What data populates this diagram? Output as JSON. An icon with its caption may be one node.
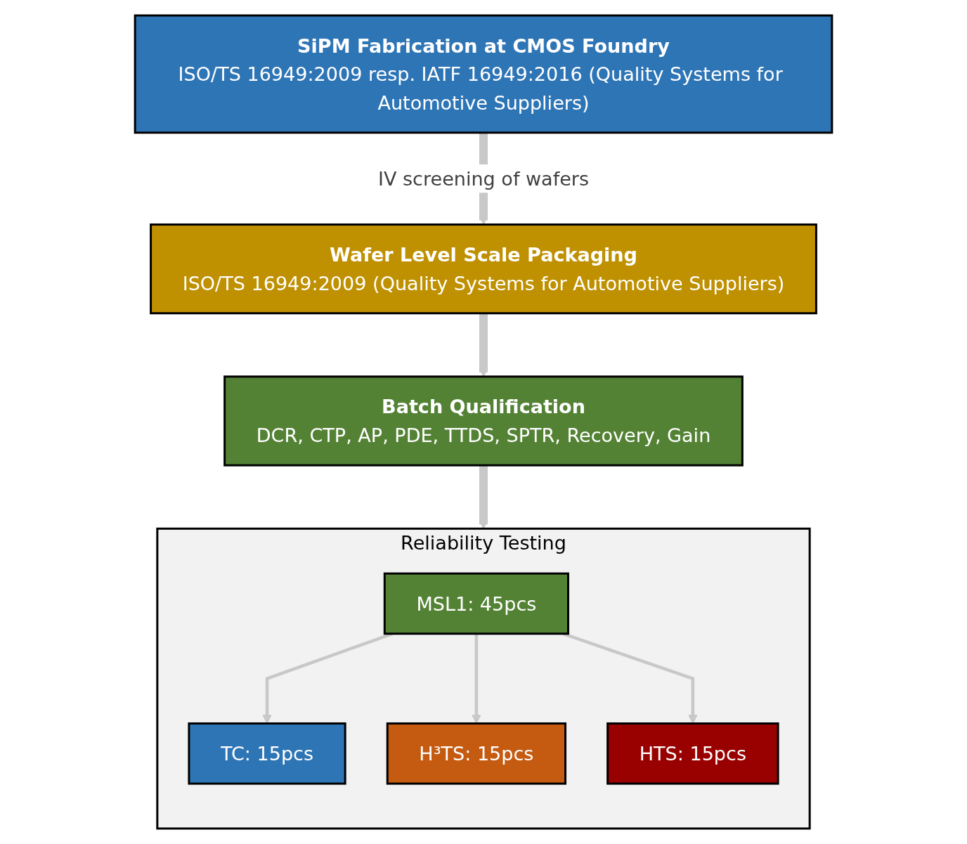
{
  "diagram": {
    "nodes": [
      {
        "text": [
          "SiPM Fabrication at CMOS Foundry",
          "ISO/TS 16949:2009 resp. IATF 16949:2016 (Quality Systems for Automotive Suppliers)"
        ]
      },
      {
        "text": [
          "Wafer Level Scale Packaging",
          "ISO/TS 16949:2009 (Quality Systems for Automotive Suppliers)"
        ]
      },
      {
        "text": [
          "Batch Qualification",
          "DCR, CTP, AP, PDE, TTDS, SPTR, Recovery, Gain"
        ]
      },
      {
        "text": [
          "Reliability Testing"
        ]
      },
      {
        "text": [
          "MSL1: 45pcs"
        ],
        "in": 3
      },
      {
        "text": [
          "TC: 15pcs"
        ],
        "in": 3
      },
      {
        "text": [
          "H³TS: 15pcs"
        ],
        "in": 3
      },
      {
        "text": [
          "HTS: 15pcs"
        ],
        "in": 3
      }
    ],
    "edges": [
      {
        "from": 0,
        "to": 1,
        "arrow": "to",
        "label": "IV screening of wafers",
        "style": "thick"
      },
      {
        "from": 1,
        "to": 2,
        "arrow": "to",
        "style": "thick"
      },
      {
        "from": 2,
        "to": 3,
        "arrow": "to",
        "style": "thick"
      },
      {
        "from": 4,
        "to": 5,
        "arrow": "to"
      },
      {
        "from": 4,
        "to": 6,
        "arrow": "to"
      },
      {
        "from": 4,
        "to": 7,
        "arrow": "to"
      }
    ]
  }
}
